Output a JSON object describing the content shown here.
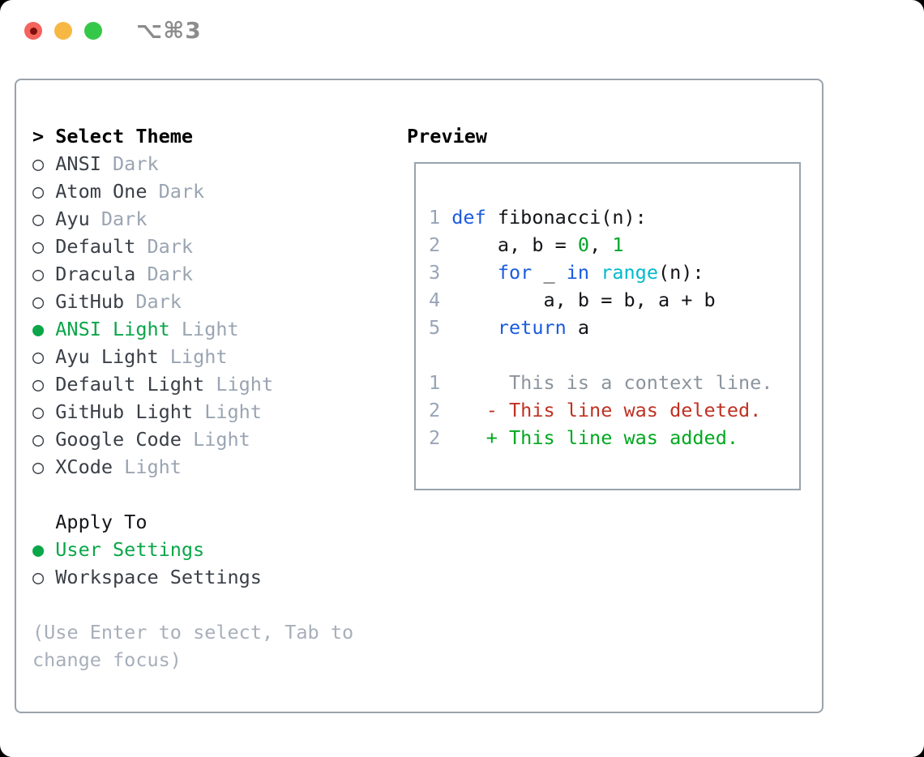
{
  "titlebar": {
    "shortcut": "⌥⌘3"
  },
  "theme_picker": {
    "cursor": ">",
    "title": "Select Theme",
    "themes": [
      {
        "name": "ANSI",
        "variant": "Dark",
        "selected": false
      },
      {
        "name": "Atom One",
        "variant": "Dark",
        "selected": false
      },
      {
        "name": "Ayu",
        "variant": "Dark",
        "selected": false
      },
      {
        "name": "Default",
        "variant": "Dark",
        "selected": false
      },
      {
        "name": "Dracula",
        "variant": "Dark",
        "selected": false
      },
      {
        "name": "GitHub",
        "variant": "Dark",
        "selected": false
      },
      {
        "name": "ANSI Light",
        "variant": "Light",
        "selected": true
      },
      {
        "name": "Ayu Light",
        "variant": "Light",
        "selected": false
      },
      {
        "name": "Default Light",
        "variant": "Light",
        "selected": false
      },
      {
        "name": "GitHub Light",
        "variant": "Light",
        "selected": false
      },
      {
        "name": "Google Code",
        "variant": "Light",
        "selected": false
      },
      {
        "name": "XCode",
        "variant": "Light",
        "selected": false
      }
    ],
    "apply_to": {
      "title": "Apply To",
      "options": [
        {
          "label": "User Settings",
          "selected": true
        },
        {
          "label": "Workspace Settings",
          "selected": false
        }
      ]
    },
    "help_text": "(Use Enter to select, Tab to change focus)"
  },
  "preview": {
    "title": "Preview",
    "lines": [
      {
        "num": "1",
        "tokens": [
          [
            "kw",
            "def"
          ],
          [
            "plain",
            " fibonacci(n):"
          ]
        ]
      },
      {
        "num": "2",
        "tokens": [
          [
            "plain",
            "    a, b = "
          ],
          [
            "lit",
            "0"
          ],
          [
            "plain",
            ", "
          ],
          [
            "lit",
            "1"
          ]
        ]
      },
      {
        "num": "3",
        "tokens": [
          [
            "plain",
            "    "
          ],
          [
            "kw",
            "for"
          ],
          [
            "plain",
            " _ "
          ],
          [
            "kw",
            "in"
          ],
          [
            "plain",
            " "
          ],
          [
            "fn",
            "range"
          ],
          [
            "plain",
            "(n):"
          ]
        ]
      },
      {
        "num": "4",
        "tokens": [
          [
            "plain",
            "        a, b = b, a + b"
          ]
        ]
      },
      {
        "num": "5",
        "tokens": [
          [
            "plain",
            "    "
          ],
          [
            "kw",
            "return"
          ],
          [
            "plain",
            " a"
          ]
        ]
      },
      {
        "num": "",
        "tokens": []
      },
      {
        "num": "1",
        "tokens": [
          [
            "ctx",
            "     This is a context line."
          ]
        ]
      },
      {
        "num": "2",
        "tokens": [
          [
            "del",
            "   - This line was deleted."
          ]
        ]
      },
      {
        "num": "2",
        "tokens": [
          [
            "add",
            "   + This line was added."
          ]
        ]
      }
    ]
  },
  "colors": {
    "accent_green": "#0aa648",
    "keyword_blue": "#1b5bdf",
    "builtin_cyan": "#00b9cd",
    "literal_green": "#00a629",
    "added_green": "#00a81f",
    "deleted_red": "#c03123",
    "context_gray": "#8b949d",
    "line_number_gray": "#98a4b8",
    "variant_tag_gray": "#9aa4b2",
    "panel_border_gray": "#99a3ad",
    "traffic_red": "#f4635c",
    "traffic_yellow": "#f7b843",
    "traffic_green": "#35c848"
  }
}
